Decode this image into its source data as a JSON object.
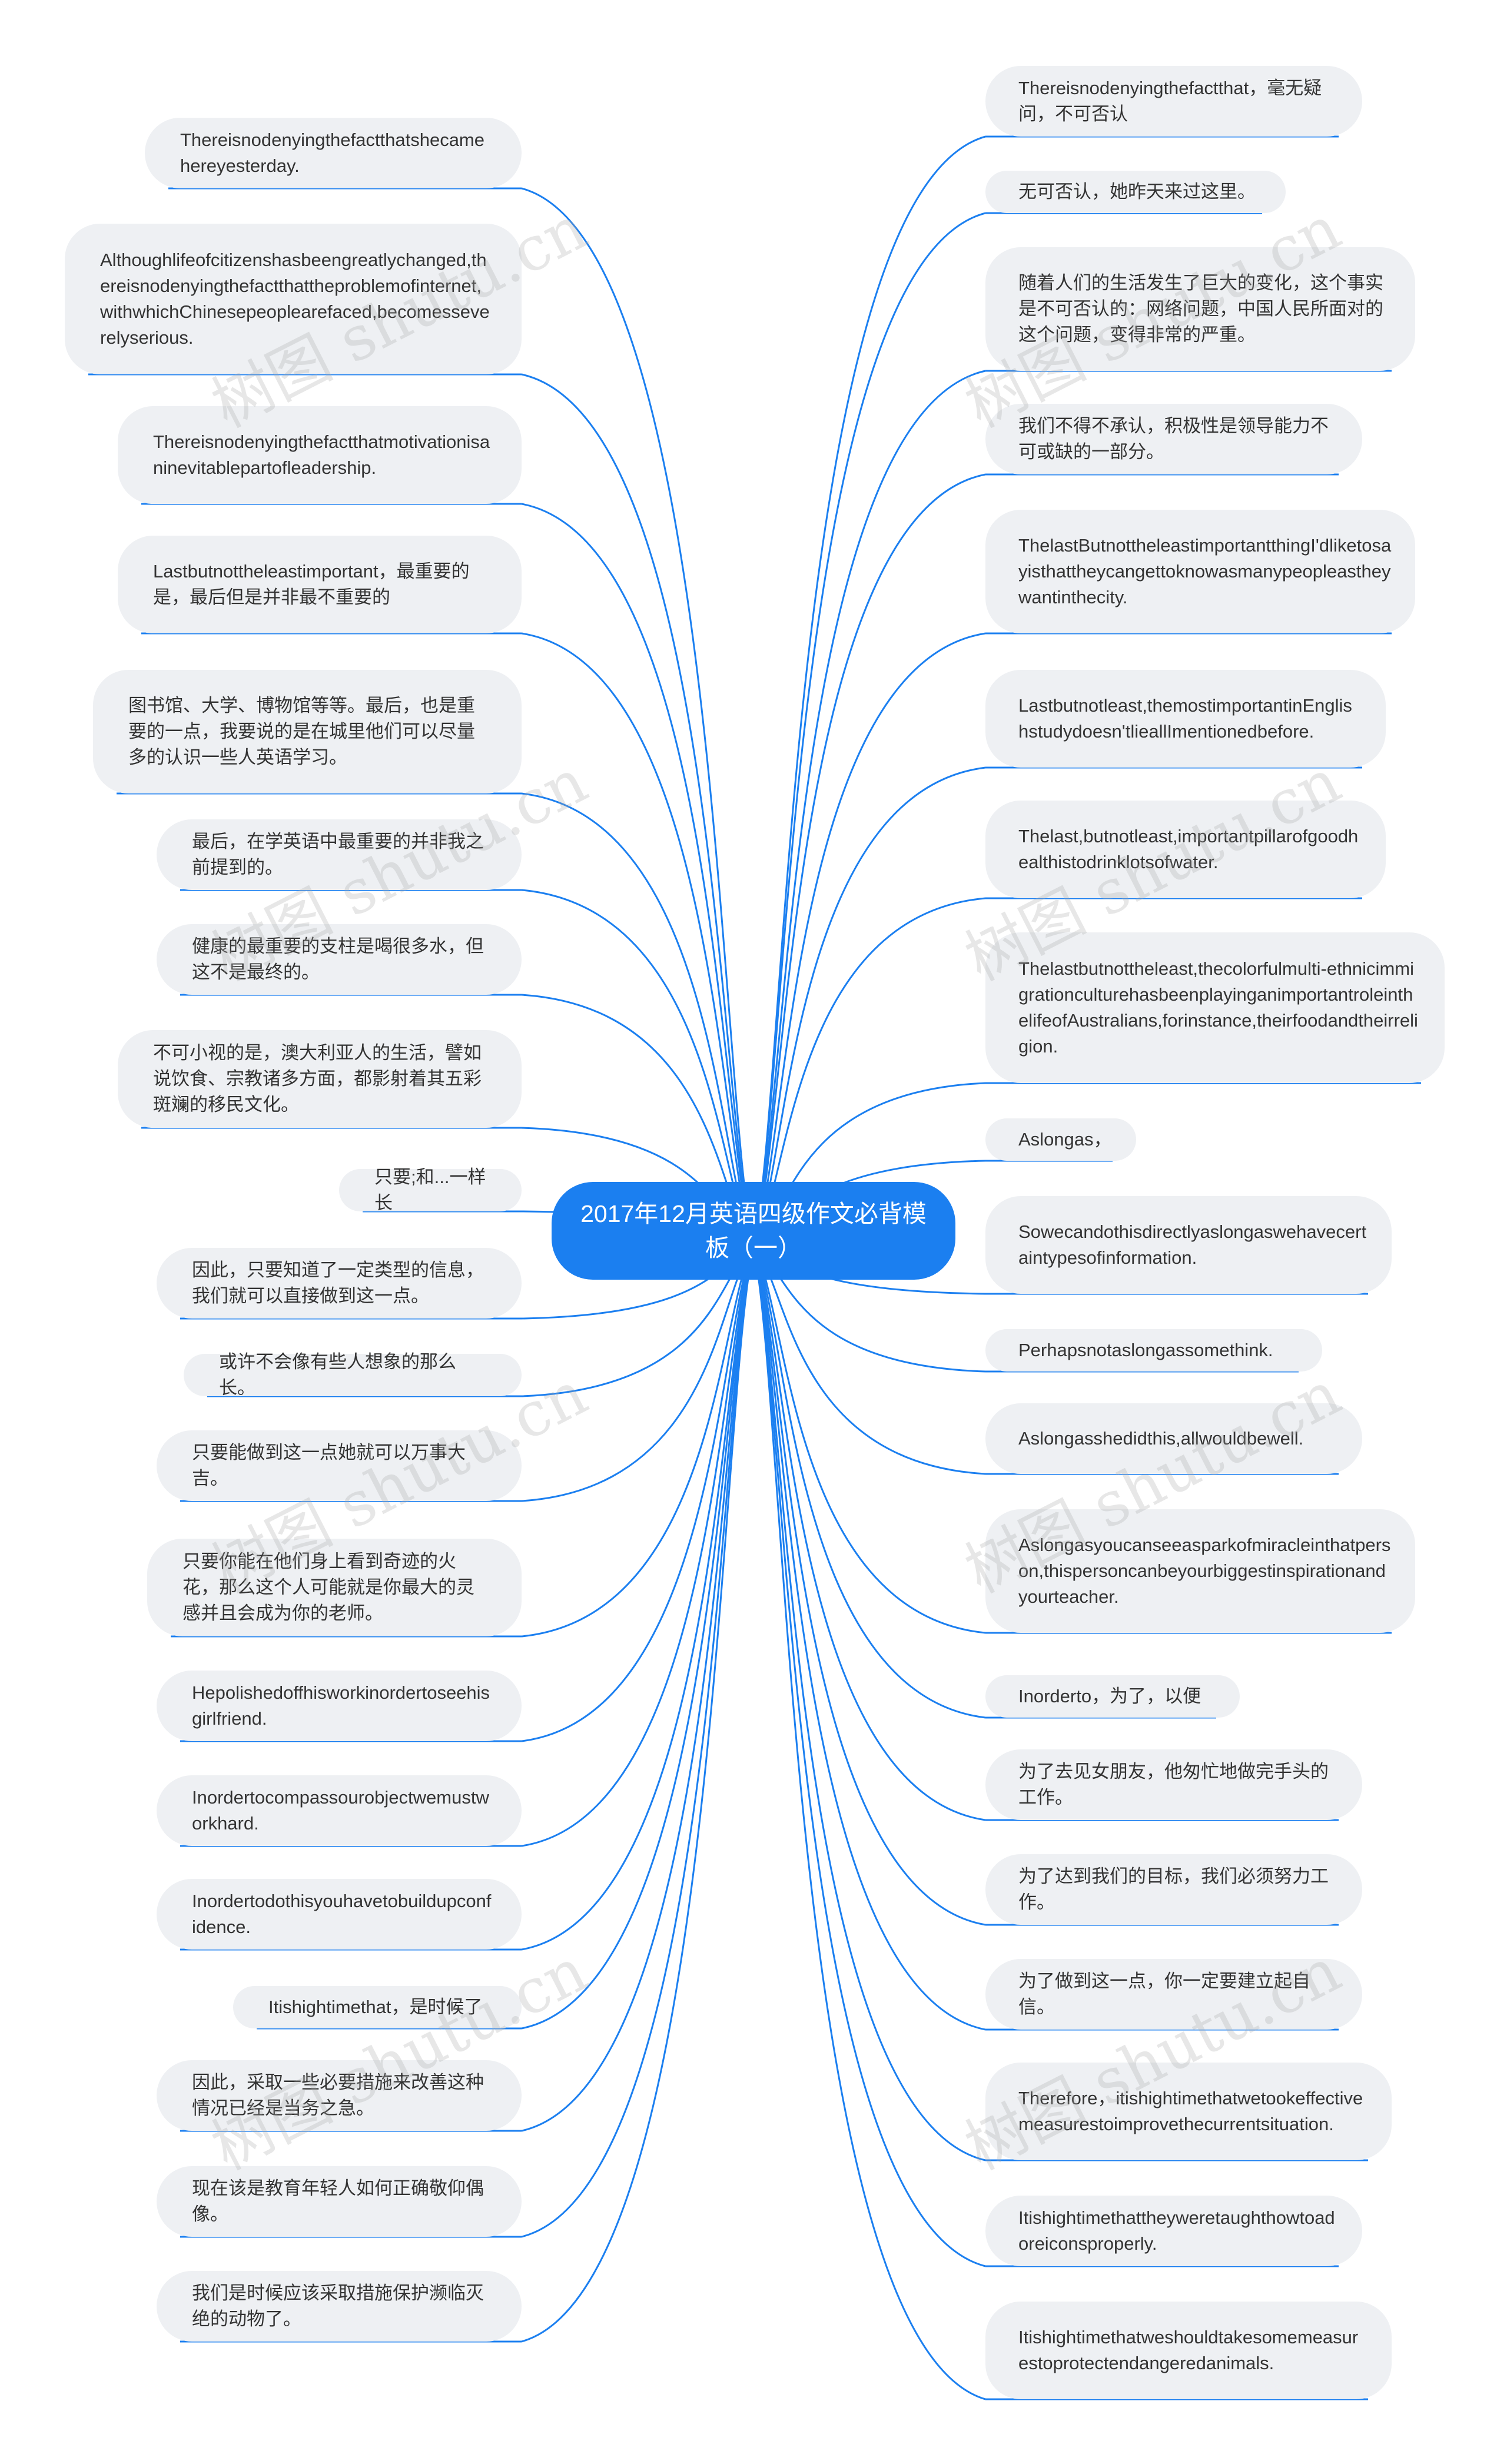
{
  "root": {
    "text": "2017年12月英语四级作文必背模板（一）"
  },
  "watermark": "树图 shutu.cn",
  "theme": {
    "edge_color": "#1b7ff0",
    "node_bg": "#eef0f3",
    "root_bg": "#1b7ff0"
  },
  "left_nodes": [
    {
      "text": "Thereisnodenyingthefactthatshecamehereyesterday."
    },
    {
      "text": "Althoughlifeofcitizenshasbeengreatlychanged,thereisnodenyingthefactthattheproblemofinternet,withwhichChinesepeoplearefaced,becomesseverelyserious."
    },
    {
      "text": "Thereisnodenyingthefactthatmotivationisaninevitablepartofleadership."
    },
    {
      "text": "Lastbutnottheleastimportant，最重要的是，最后但是并非最不重要的"
    },
    {
      "text": "图书馆、大学、博物馆等等。最后，也是重要的一点，我要说的是在城里他们可以尽量多的认识一些人英语学习。"
    },
    {
      "text": "最后，在学英语中最重要的并非我之前提到的。"
    },
    {
      "text": "健康的最重要的支柱是喝很多水，但这不是最终的。"
    },
    {
      "text": "不可小视的是，澳大利亚人的生活，譬如说饮食、宗教诸多方面，都影射着其五彩斑斓的移民文化。"
    },
    {
      "text": "只要;和...一样长"
    },
    {
      "text": "因此，只要知道了一定类型的信息，我们就可以直接做到这一点。"
    },
    {
      "text": "或许不会像有些人想象的那么长。"
    },
    {
      "text": "只要能做到这一点她就可以万事大吉。"
    },
    {
      "text": "只要你能在他们身上看到奇迹的火花，那么这个人可能就是你最大的灵感并且会成为你的老师。"
    },
    {
      "text": "Hepolishedoffhisworkinordertoseehisgirlfriend."
    },
    {
      "text": "Inordertocompassourobjectwemustworkhard."
    },
    {
      "text": "Inordertodothisyouhavetobuildupconfidence."
    },
    {
      "text": "Itishightimethat，是时候了"
    },
    {
      "text": "因此，采取一些必要措施来改善这种情况已经是当务之急。"
    },
    {
      "text": "现在该是教育年轻人如何正确敬仰偶像。"
    },
    {
      "text": "我们是时候应该采取措施保护濒临灭绝的动物了。"
    }
  ],
  "right_nodes": [
    {
      "text": "Thereisnodenyingthefactthat，毫无疑问，不可否认"
    },
    {
      "text": "无可否认，她昨天来过这里。"
    },
    {
      "text": "随着人们的生活发生了巨大的变化，这个事实是不可否认的：网络问题，中国人民所面对的这个问题，变得非常的严重。"
    },
    {
      "text": "我们不得不承认，积极性是领导能力不可或缺的一部分。"
    },
    {
      "text": "ThelastButnottheleastimportantthingI'dliketosayisthattheycangettoknowasmanypeopleastheywantinthecity."
    },
    {
      "text": "Lastbutnotleast,themostimportantinEnglishstudydoesn'tlieallImentionedbefore."
    },
    {
      "text": "Thelast,butnotleast,importantpillarofgoodhealthistodrinklotsofwater."
    },
    {
      "text": "Thelastbutnottheleast,thecolorfulmulti-ethnicimmigrationculturehasbeenplayinganimportantroleinthelifeofAustralians,forinstance,theirfoodandtheirreligion."
    },
    {
      "text": "Aslongas，"
    },
    {
      "text": "Sowecandothisdirectlyaslongaswehavecertaintypesofinformation."
    },
    {
      "text": "Perhapsnotaslongassomethink."
    },
    {
      "text": "Aslongasshedidthis,allwouldbewell."
    },
    {
      "text": "Aslongasyoucanseeasparkofmiracleinthatperson,thispersoncanbeyourbiggestinspirationandyourteacher."
    },
    {
      "text": "Inorderto，为了，以便"
    },
    {
      "text": "为了去见女朋友，他匆忙地做完手头的工作。"
    },
    {
      "text": "为了达到我们的目标，我们必须努力工作。"
    },
    {
      "text": "为了做到这一点，你一定要建立起自信。"
    },
    {
      "text": "Therefore，itishightimethatwetookeffectivemeasurestoimprovethecurrentsituation."
    },
    {
      "text": "Itishightimethattheyweretaughthowtoadoreiconsproperly."
    },
    {
      "text": "Itishightimethatweshouldtakesomemeasurestoprotectendangeredanimals."
    }
  ]
}
